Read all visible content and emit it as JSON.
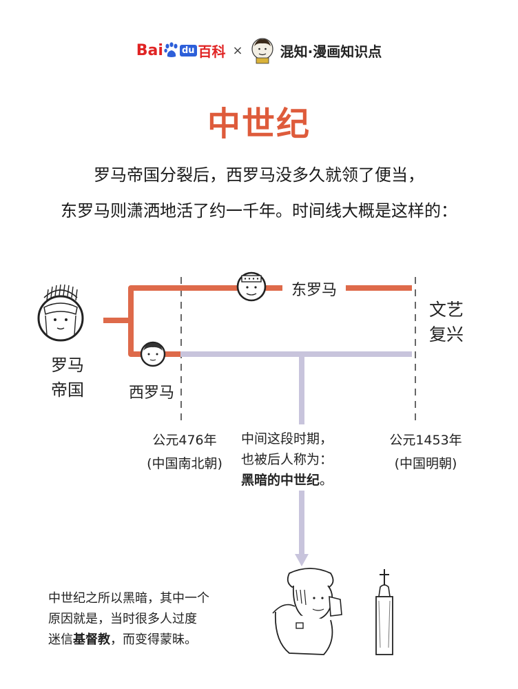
{
  "header": {
    "baidu_bai": "Bai",
    "baidu_du": "du",
    "baidu_baike": "百科",
    "separator": "×",
    "brand_name": "混知·漫画知识点"
  },
  "title": "中世纪",
  "intro": {
    "line1": "罗马帝国分裂后，西罗马没多久就领了便当，",
    "line2": "东罗马则潇洒地活了约一千年。时间线大概是这样的："
  },
  "timeline": {
    "roman_empire": [
      "罗马",
      "帝国"
    ],
    "west_rome": "西罗马",
    "east_rome": "东罗马",
    "renaissance": [
      "文艺",
      "复兴"
    ],
    "start_date": "公元476年",
    "start_note": "(中国南北朝)",
    "end_date": "公元1453年",
    "end_note": "(中国明朝)",
    "middle_line1": "中间这段时期，",
    "middle_line2": "也被后人称为：",
    "middle_bold": "黑暗的中世纪",
    "middle_end": "。",
    "colors": {
      "east": "#de6a4a",
      "west": "#c8c4dc",
      "dash": "#555555"
    }
  },
  "bottom": {
    "line1": "中世纪之所以黑暗，其中一个",
    "line2": "原因就是，当时很多人过度",
    "line3_pre": "迷信",
    "line3_bold": "基督教",
    "line3_post": "，而变得蒙昧。"
  }
}
